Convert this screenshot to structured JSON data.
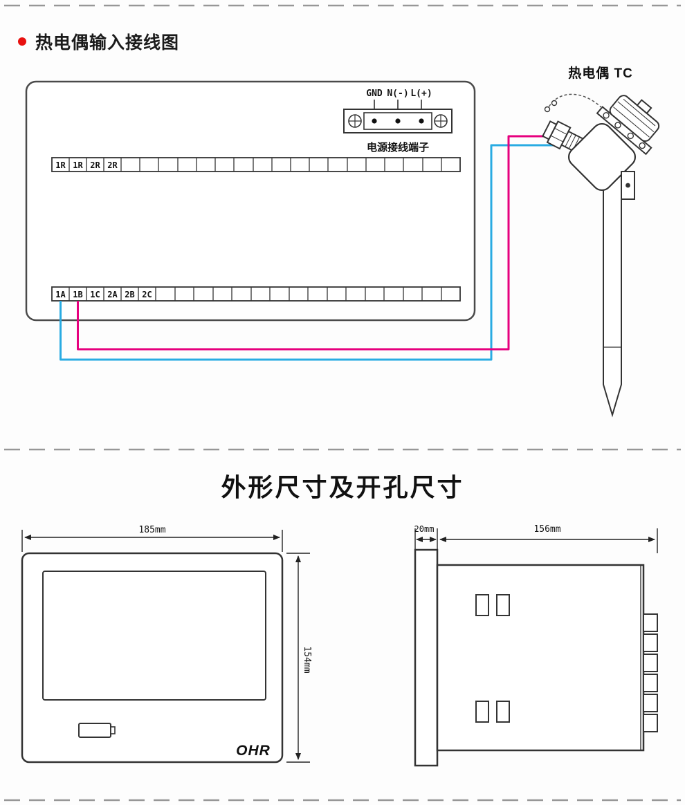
{
  "colors": {
    "wire_blue": "#29abe2",
    "wire_pink": "#e6007e",
    "bullet": "#e8110f",
    "line": "#3c3c3c",
    "dash": "#979797"
  },
  "section1": {
    "title": "热电偶输入接线图",
    "power_block": {
      "label_gnd": "GND",
      "label_n": "N(-)",
      "label_l": "L(+)",
      "caption": "电源接线端子"
    },
    "strip_top": [
      "1R",
      "1R",
      "2R",
      "2R"
    ],
    "strip_bottom": [
      "1A",
      "1B",
      "1C",
      "2A",
      "2B",
      "2C"
    ],
    "tc_label": "热电偶 TC"
  },
  "section2": {
    "title": "外形尺寸及开孔尺寸",
    "front": {
      "width": "185mm",
      "height": "154mm",
      "logo": "OHR"
    },
    "side": {
      "depth": "20mm",
      "length": "156mm"
    }
  }
}
